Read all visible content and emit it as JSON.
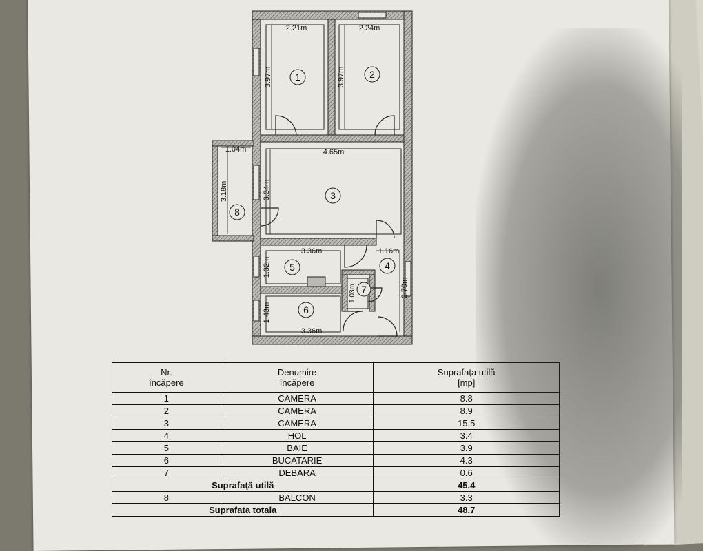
{
  "plan": {
    "dims": {
      "r1_width": "2.21m",
      "r2_width": "2.24m",
      "r1_height": "3.97m",
      "r2_height": "3.97m",
      "balcony_width": "1.04m",
      "r3_width": "4.65m",
      "balcony_height": "3.18m",
      "r3_height": "3.34m",
      "r5_width": "3.36m",
      "r4_width": "1.16m",
      "r5_height": "1.32m",
      "r7_height": "1.03m",
      "r4_height": "2.70m",
      "r6_height": "1.43m",
      "r6_width": "3.36m"
    },
    "labels": {
      "r1": "1",
      "r2": "2",
      "r3": "3",
      "r4": "4",
      "r5": "5",
      "r6": "6",
      "r7": "7",
      "r8": "8"
    }
  },
  "table": {
    "headers": {
      "col1_line1": "Nr.",
      "col1_line2": "încăpere",
      "col2_line1": "Denumire",
      "col2_line2": "încăpere",
      "col3_line1": "Suprafaţa utilă",
      "col3_line2": "[mp]"
    },
    "rows": [
      {
        "nr": "1",
        "name": "CAMERA",
        "area": "8.8"
      },
      {
        "nr": "2",
        "name": "CAMERA",
        "area": "8.9"
      },
      {
        "nr": "3",
        "name": "CAMERA",
        "area": "15.5"
      },
      {
        "nr": "4",
        "name": "HOL",
        "area": "3.4"
      },
      {
        "nr": "5",
        "name": "BAIE",
        "area": "3.9"
      },
      {
        "nr": "6",
        "name": "BUCATARIE",
        "area": "4.3"
      },
      {
        "nr": "7",
        "name": "DEBARA",
        "area": "0.6"
      }
    ],
    "useful_label": "Suprafaţă utilă",
    "useful_value": "45.4",
    "balcony_row": {
      "nr": "8",
      "name": "BALCON",
      "area": "3.3"
    },
    "total_label": "Suprafata totala",
    "total_value": "48.7"
  }
}
